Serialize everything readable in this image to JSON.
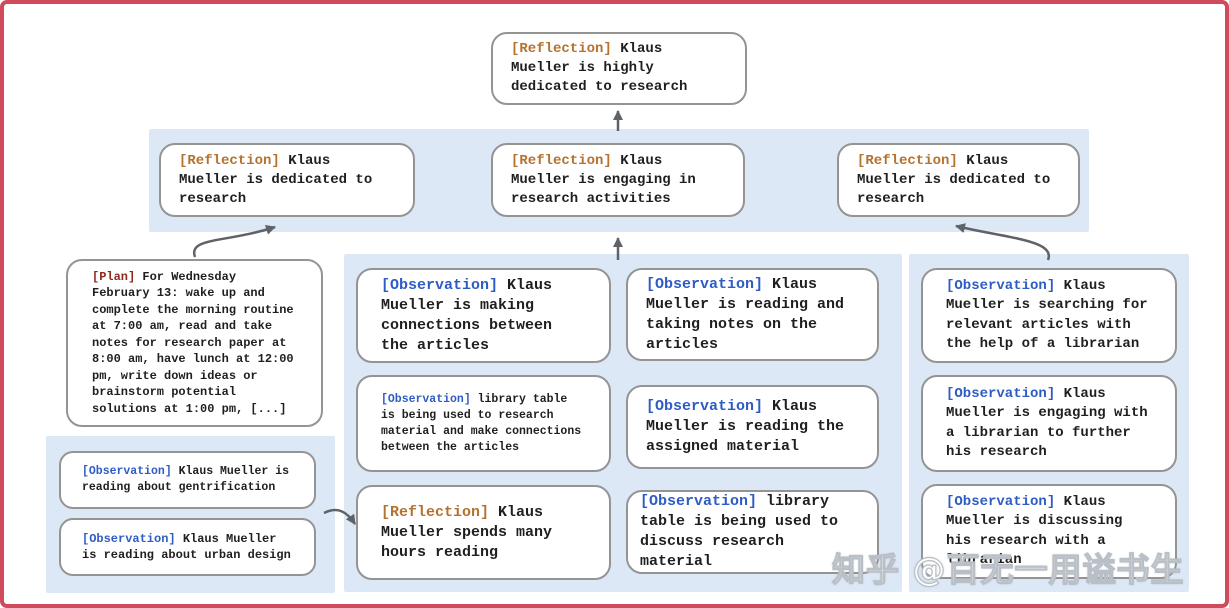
{
  "colors": {
    "frame_red": "#cf4a5a",
    "panel_blue": "#dce8f6",
    "box_border": "#949494",
    "arrow_gray": "#5f6368",
    "reflection_tag": "#b5722f",
    "plan_tag": "#8e2a1e",
    "observation_tag": "#2e5cc5"
  },
  "top_node": {
    "tag": "[Reflection]",
    "text": "Klaus Mueller is highly dedicated to research"
  },
  "reflection_row": [
    {
      "tag": "[Reflection]",
      "text": "Klaus Mueller is dedicated to research"
    },
    {
      "tag": "[Reflection]",
      "text": "Klaus Mueller is engaging in research activities"
    },
    {
      "tag": "[Reflection]",
      "text": "Klaus Mueller is dedicated to research"
    }
  ],
  "plan_node": {
    "tag": "[Plan]",
    "text": "For Wednesday February 13: wake up and complete the morning routine at 7:00 am, read and take notes for research paper at 8:00 am, have lunch at 12:00 pm, write down ideas or brainstorm potential solutions at 1:00 pm, [...]"
  },
  "left_panel": [
    {
      "tag": "[Observation]",
      "text": "Klaus Mueller is reading about gentrification"
    },
    {
      "tag": "[Observation]",
      "text": "Klaus Mueller is reading about urban design"
    }
  ],
  "middle_panel": {
    "col1": [
      {
        "tag": "[Observation]",
        "text": "Klaus Mueller is making connections between the articles"
      },
      {
        "tag": "[Observation]",
        "text": "library table is being used to research material and make connections between the articles"
      },
      {
        "tag": "[Reflection]",
        "text": "Klaus Mueller spends many hours reading"
      }
    ],
    "col2": [
      {
        "tag": "[Observation]",
        "text": "Klaus Mueller is reading and taking notes on the articles"
      },
      {
        "tag": "[Observation]",
        "text": "Klaus Mueller is reading the assigned material"
      },
      {
        "tag": "[Observation]",
        "text": "library table is being used to discuss research material"
      }
    ]
  },
  "right_panel": [
    {
      "tag": "[Observation]",
      "text": "Klaus Mueller is searching for relevant articles with the help of a librarian"
    },
    {
      "tag": "[Observation]",
      "text": "Klaus Mueller is engaging with a librarian to further his research"
    },
    {
      "tag": "[Observation]",
      "text": "Klaus Mueller is discussing his research with a librarian"
    }
  ],
  "watermark": "知乎 @百无一用谥书生"
}
